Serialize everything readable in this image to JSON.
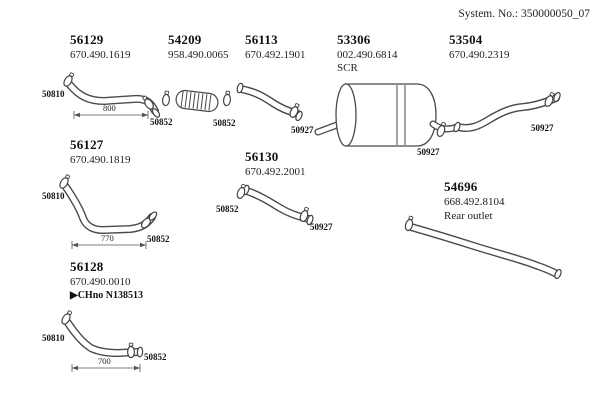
{
  "header": {
    "system_no": "System. No.: 350000050_07"
  },
  "parts": {
    "p56129": {
      "id": "56129",
      "code": "670.490.1619",
      "clamp_left": "50810",
      "clamp_right": "50852",
      "dim": "800"
    },
    "p54209": {
      "id": "54209",
      "code": "958.490.0065"
    },
    "p56113": {
      "id": "56113",
      "code": "670.492.1901",
      "clamp_left": "50852",
      "clamp_right": "50927"
    },
    "p53306": {
      "id": "53306",
      "code": "002.490.6814",
      "note": "SCR",
      "clamp_right": "50927"
    },
    "p53504": {
      "id": "53504",
      "code": "670.490.2319",
      "clamp_right": "50927"
    },
    "p56127": {
      "id": "56127",
      "code": "670.490.1819",
      "clamp_left": "50810",
      "clamp_right": "50852",
      "dim": "770"
    },
    "p56130": {
      "id": "56130",
      "code": "670.492.2001",
      "clamp_left": "50852",
      "clamp_right": "50927"
    },
    "p54696": {
      "id": "54696",
      "code": "668.492.8104",
      "note": "Rear outlet"
    },
    "p56128": {
      "id": "56128",
      "code": "670.490.0010",
      "note": "▶CHno N138513",
      "clamp_left": "50810",
      "clamp_right": "50852",
      "dim": "700"
    }
  }
}
